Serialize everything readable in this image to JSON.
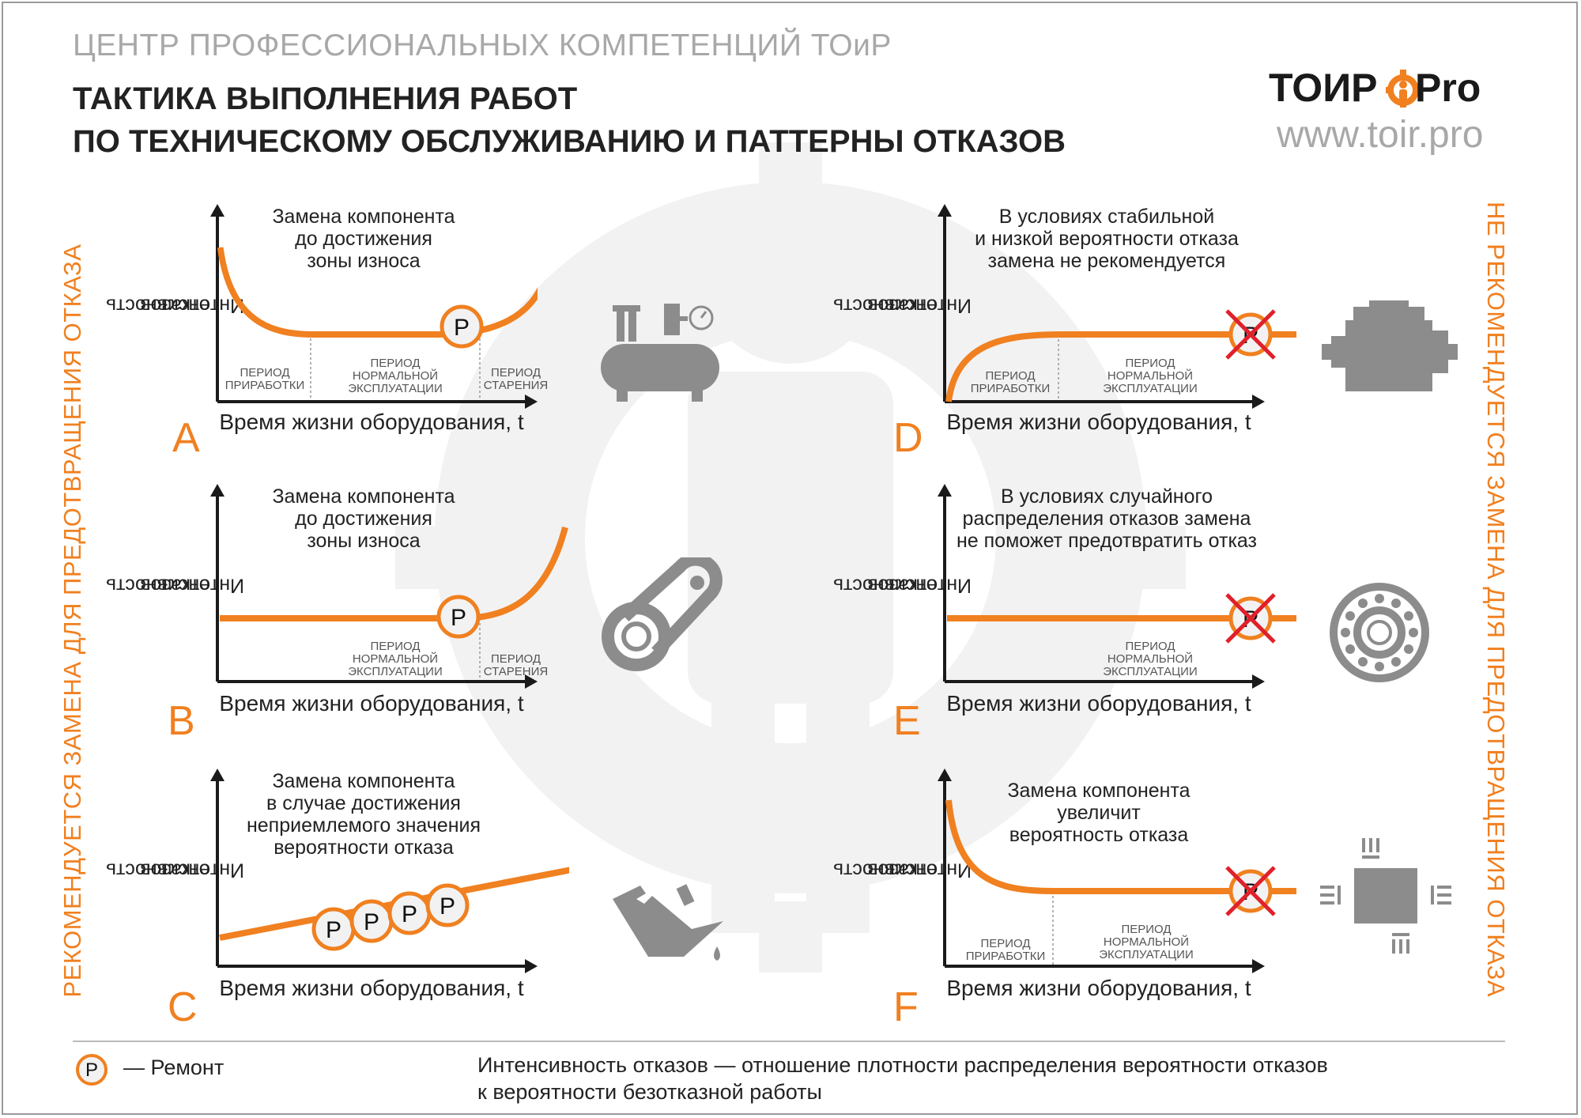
{
  "header": {
    "org": "ЦЕНТР ПРОФЕССИОНАЛЬНЫХ КОМПЕТЕНЦИЙ ТОиР",
    "title_line1": "ТАКТИКА ВЫПОЛНЕНИЯ РАБОТ",
    "title_line2": "ПО ТЕХНИЧЕСКОМУ ОБСЛУЖИВАНИЮ И ПАТТЕРНЫ ОТКАЗОВ"
  },
  "logo": {
    "word1": "ТОИР",
    "word2": "Pro",
    "url": "www.toir.pro",
    "icon": "gear-person-logo"
  },
  "side_labels": {
    "left": "РЕКОМЕНДУЕТСЯ ЗАМЕНА ДЛЯ ПРЕДОТВРАЩЕНИЯ ОТКАЗА",
    "right": "НЕ РЕКОМЕНДУЕТСЯ ЗАМЕНА ДЛЯ ПРЕДОТВРАЩЕНИЯ ОТКАЗА"
  },
  "common": {
    "ylabel_line1": "Интенсивность",
    "ylabel_line2": "отказов",
    "xlabel": "Время жизни оборудования, t",
    "repair_symbol": "P"
  },
  "periods": {
    "break_in_1": "ПЕРИОД",
    "break_in_2": "ПРИРАБОТКИ",
    "normal_1": "ПЕРИОД",
    "normal_2": "НОРМАЛЬНОЙ",
    "normal_3": "ЭКСПЛУАТАЦИИ",
    "aging_1": "ПЕРИОД",
    "aging_2": "СТАРЕНИЯ"
  },
  "panels": {
    "A": {
      "letter": "A",
      "desc1": "Замена компонента",
      "desc2": "до достижения",
      "desc3": "зоны износа",
      "pattern": "bathtub",
      "icon": "compressor-icon"
    },
    "B": {
      "letter": "B",
      "desc1": "Замена компонента",
      "desc2": "до достижения",
      "desc3": "зоны износа",
      "pattern": "flat-then-wearout",
      "icon": "belt-drive-icon"
    },
    "C": {
      "letter": "C",
      "desc1": "Замена компонента",
      "desc2": "в случае достижения",
      "desc3": "неприемлемого значения",
      "desc4": "вероятности отказа",
      "pattern": "linear-increase",
      "icon": "oil-can-icon"
    },
    "D": {
      "letter": "D",
      "desc1": "В условиях стабильной",
      "desc2": "и низкой вероятности отказа",
      "desc3": "замена не рекомендуется",
      "pattern": "rise-then-flat",
      "icon": "engine-icon"
    },
    "E": {
      "letter": "E",
      "desc1": "В условиях случайного",
      "desc2": "распределения отказов замена",
      "desc3": "не поможет предотвратить отказ",
      "pattern": "constant",
      "icon": "bearing-icon"
    },
    "F": {
      "letter": "F",
      "desc1": "Замена компонента",
      "desc2": "увеличит",
      "desc3": "вероятность отказа",
      "pattern": "infant-mortality",
      "icon": "chip-icon"
    }
  },
  "legend": {
    "repair_label": "— Ремонт",
    "definition_line1": "Интенсивность отказов — отношение плотности распределения вероятности отказов",
    "definition_line2": "к вероятности безотказной работы"
  },
  "colors": {
    "accent": "#f08020",
    "cross": "#e0202a",
    "icon_gray": "#8c8c8c"
  }
}
